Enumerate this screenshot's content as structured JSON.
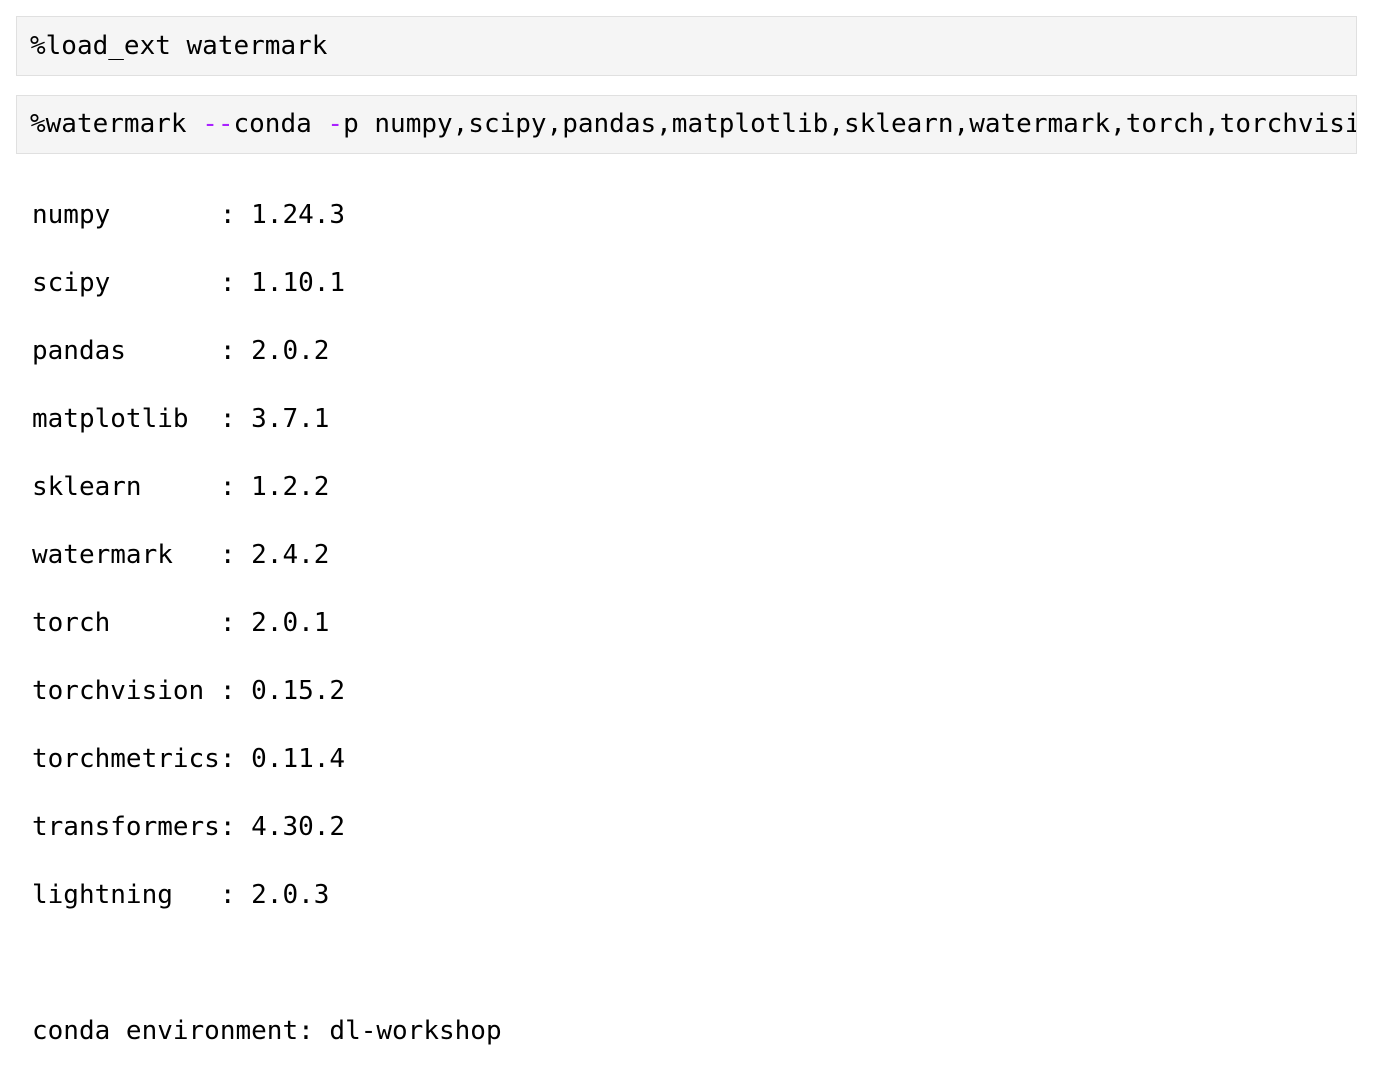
{
  "cells": [
    {
      "code": "%load_ext watermark"
    },
    {
      "magic": "%watermark ",
      "op1": "--",
      "t1": "conda ",
      "op2": "-",
      "t2": "p numpy,scipy,pandas,matplotlib,sklearn,watermark,torch,torchvision,torchmetrics,transformers,lightning"
    }
  ],
  "colors": {
    "operator": "#aa22ff",
    "cell_bg": "#f5f5f5"
  },
  "output": {
    "lines": [
      "numpy       : 1.24.3",
      "scipy       : 1.10.1",
      "pandas      : 2.0.2",
      "matplotlib  : 3.7.1",
      "sklearn     : 1.2.2",
      "watermark   : 2.4.2",
      "torch       : 2.0.1",
      "torchvision : 0.15.2",
      "torchmetrics: 0.11.4",
      "transformers: 4.30.2",
      "lightning   : 2.0.3",
      "",
      "conda environment: dl-workshop"
    ]
  }
}
